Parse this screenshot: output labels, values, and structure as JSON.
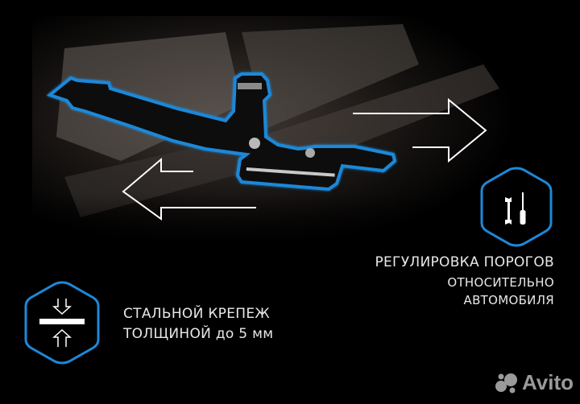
{
  "features": [
    {
      "id": "threshold-adjustment",
      "icon": "wrench-screwdriver-icon",
      "lines": [
        "РЕГУЛИРОВКА ПОРОГОВ",
        "ОТНОСИТЕЛЬНО",
        "АВТОМОБИЛЯ"
      ]
    },
    {
      "id": "steel-mount",
      "icon": "thickness-compress-icon",
      "lines": [
        "СТАЛЬНОЙ КРЕПЕЖ",
        "ТОЛЩИНОЙ до 5 мм"
      ]
    }
  ],
  "photo": {
    "subject": "steel bracket mounted under car body",
    "outline_color": "#1e88d8",
    "arrows": [
      "arrow-left",
      "arrow-right"
    ]
  },
  "watermark": {
    "text": "Avito"
  },
  "colors": {
    "accent": "#1e88d8",
    "background": "#000000",
    "text": "#e8e8e8",
    "watermark": "#9a9a9a"
  }
}
